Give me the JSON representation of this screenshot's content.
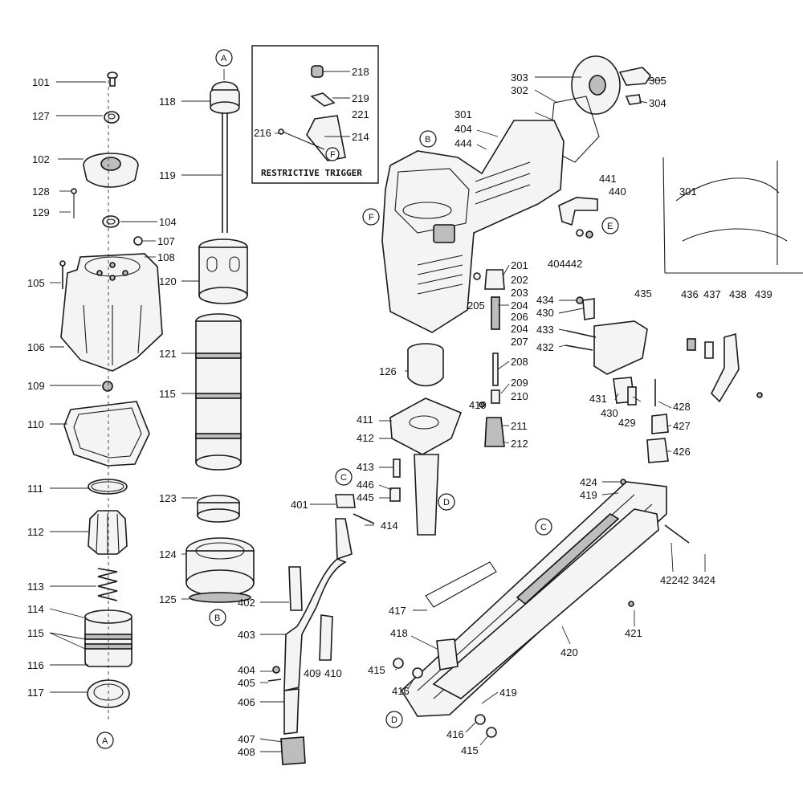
{
  "inset": {
    "title": "RESTRICTIVE TRIGGER",
    "labels": [
      "218",
      "219",
      "221",
      "216",
      "214"
    ]
  },
  "labels": [
    "101",
    "127",
    "102",
    "128",
    "129",
    "104",
    "107",
    "108",
    "105",
    "106",
    "109",
    "110",
    "111",
    "112",
    "113",
    "114",
    "115",
    "116",
    "117",
    "118",
    "119",
    "120",
    "121",
    "115",
    "123",
    "124",
    "125",
    "126",
    "303",
    "302",
    "301",
    "305",
    "304",
    "404",
    "444",
    "441",
    "440",
    "404442",
    "201",
    "202",
    "205",
    "203",
    "204",
    "206",
    "204",
    "207",
    "208",
    "209",
    "210",
    "211",
    "212",
    "419",
    "411",
    "412",
    "413",
    "446",
    "445",
    "434",
    "430",
    "435",
    "433",
    "432",
    "431",
    "430",
    "429",
    "428",
    "427",
    "426",
    "436",
    "437",
    "438",
    "439",
    "401",
    "414",
    "402",
    "403",
    "409",
    "410",
    "404",
    "405",
    "406",
    "407",
    "408",
    "424",
    "419",
    "42242",
    "3424",
    "417",
    "418",
    "420",
    "421",
    "415",
    "416",
    "419",
    "416",
    "415"
  ],
  "markers": [
    "A",
    "A",
    "B",
    "B",
    "C",
    "C",
    "D",
    "D",
    "E",
    "E",
    "F",
    "F"
  ],
  "inset_right": {
    "label": "301"
  }
}
